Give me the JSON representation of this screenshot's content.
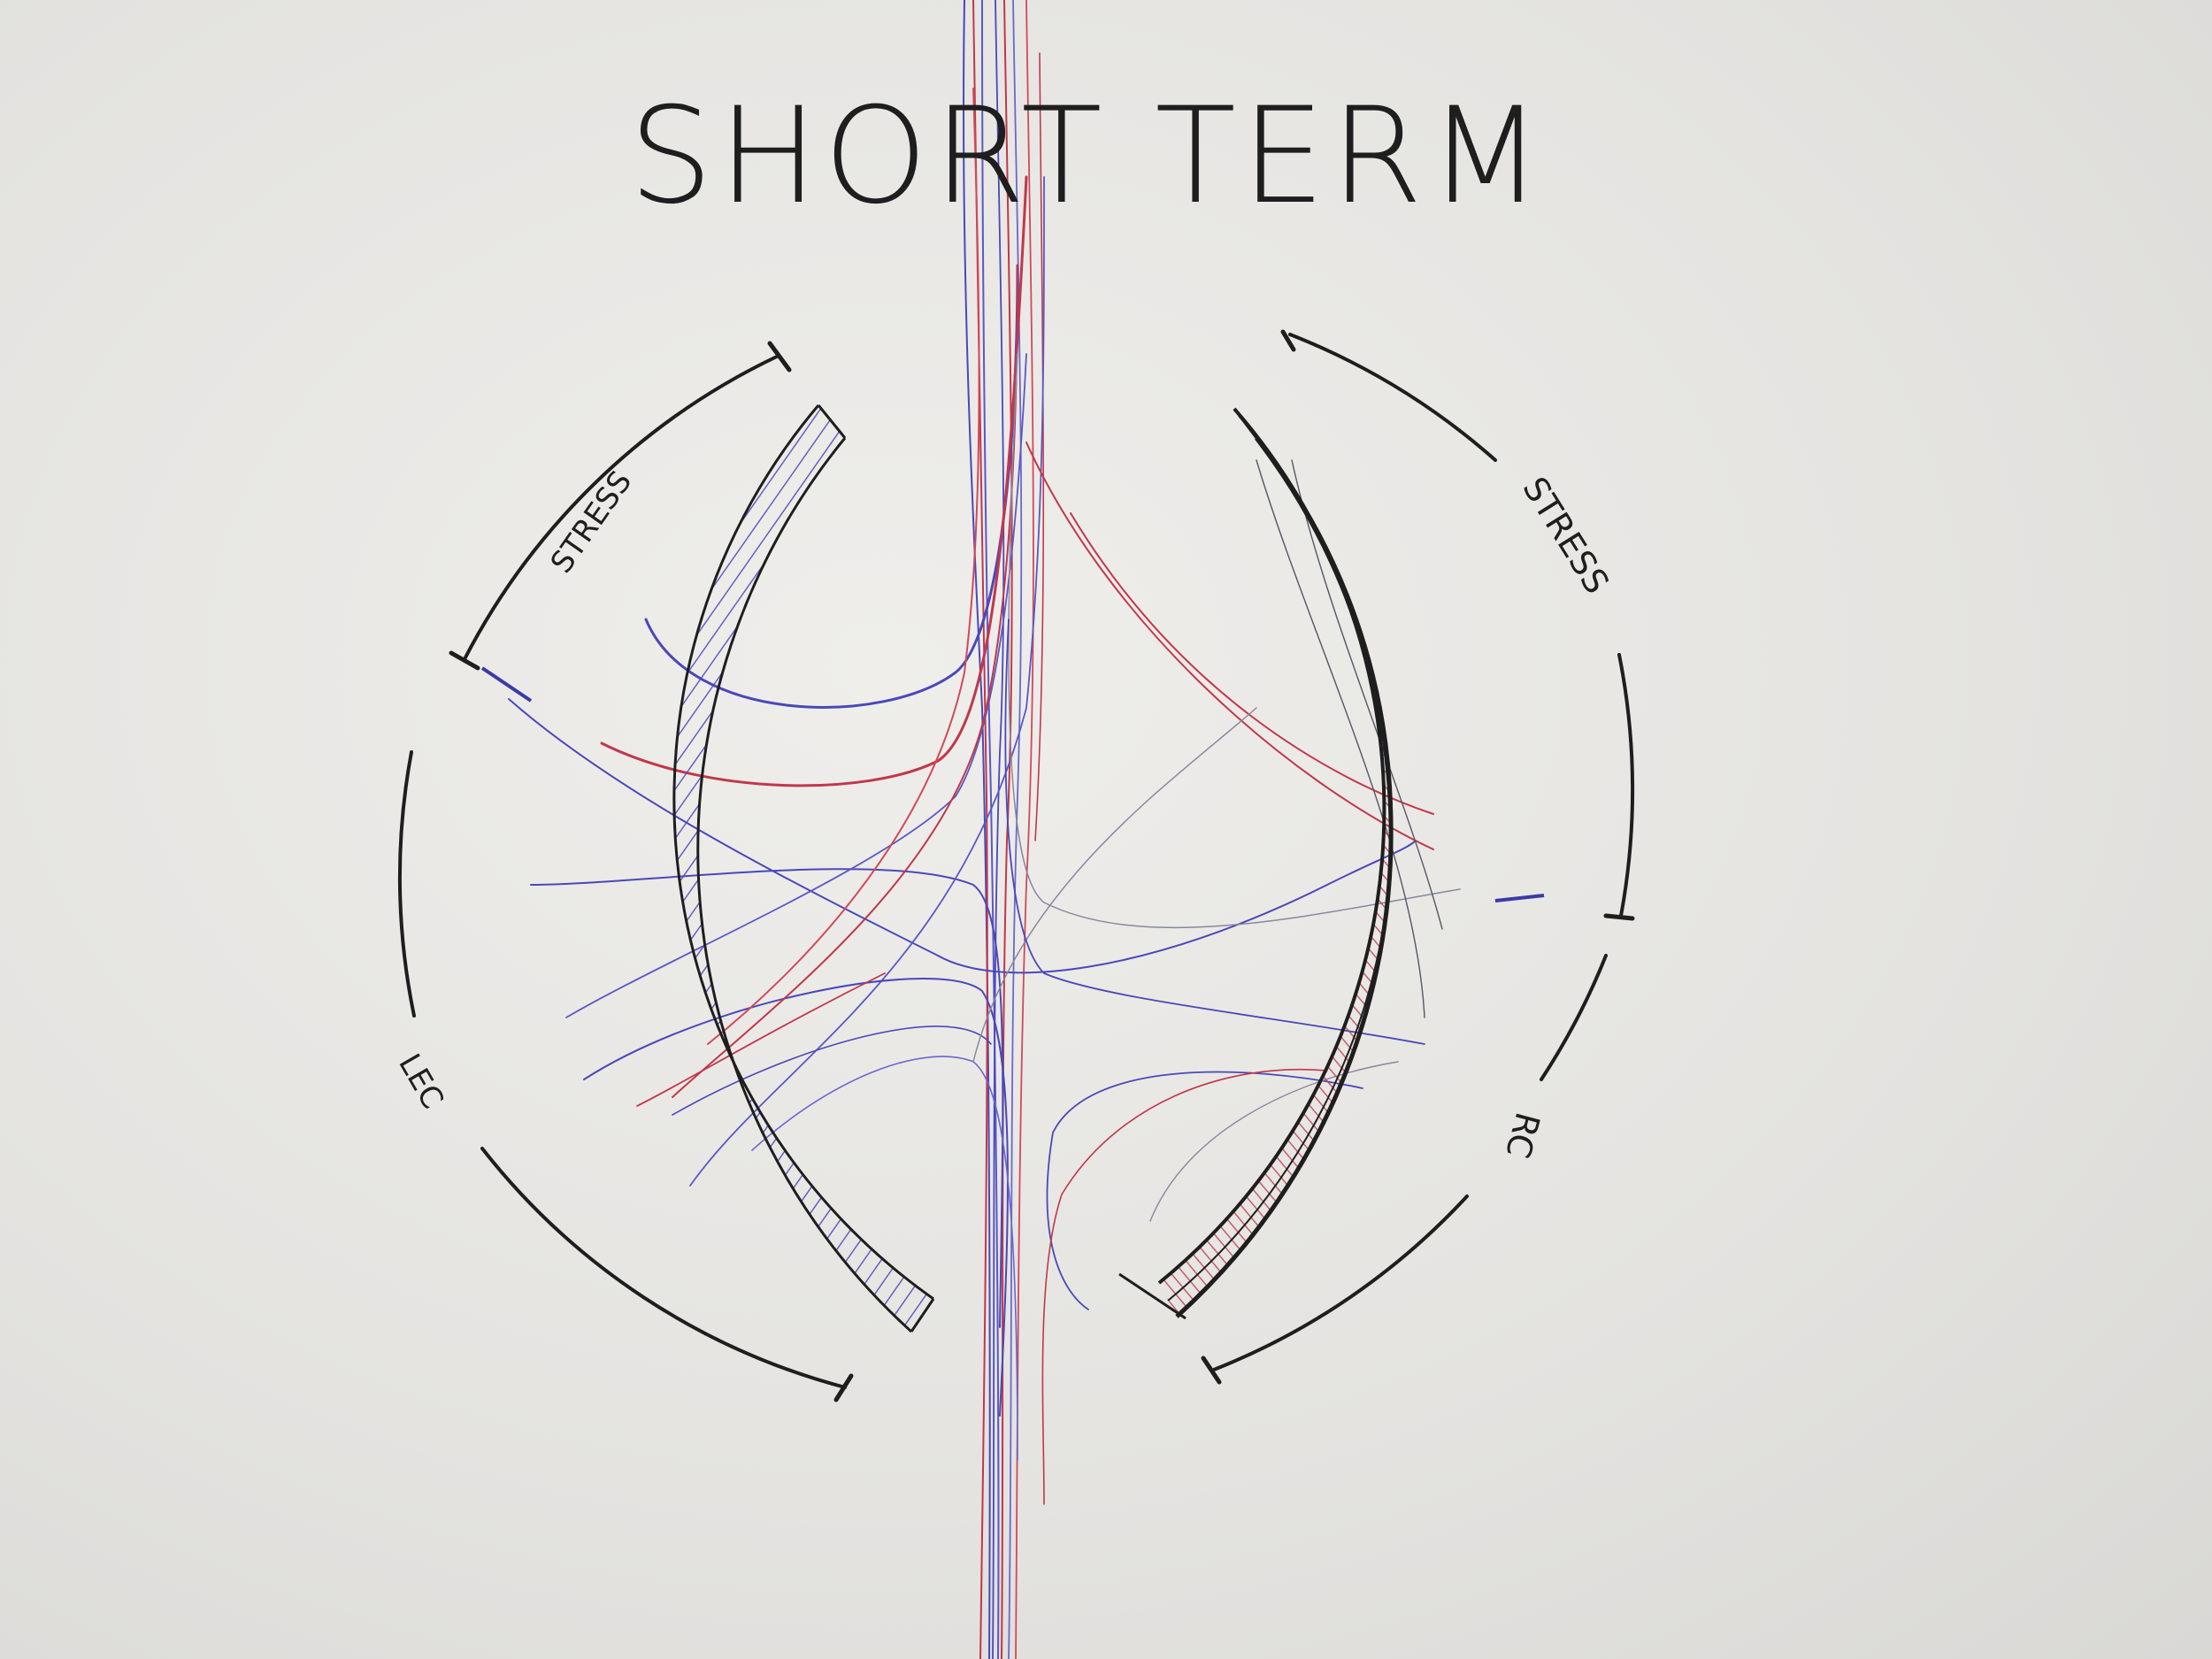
{
  "title": "SHORT TERM",
  "left_arc": {
    "upper_label": "STRESS",
    "lower_label": "LEC"
  },
  "right_arc": {
    "upper_label": "STRESS",
    "lower_label": "RC"
  },
  "colors": {
    "ink": "#1e1e1e",
    "blue": "#4a48b8",
    "red": "#c0384a",
    "paper": "#e6e5e2"
  }
}
